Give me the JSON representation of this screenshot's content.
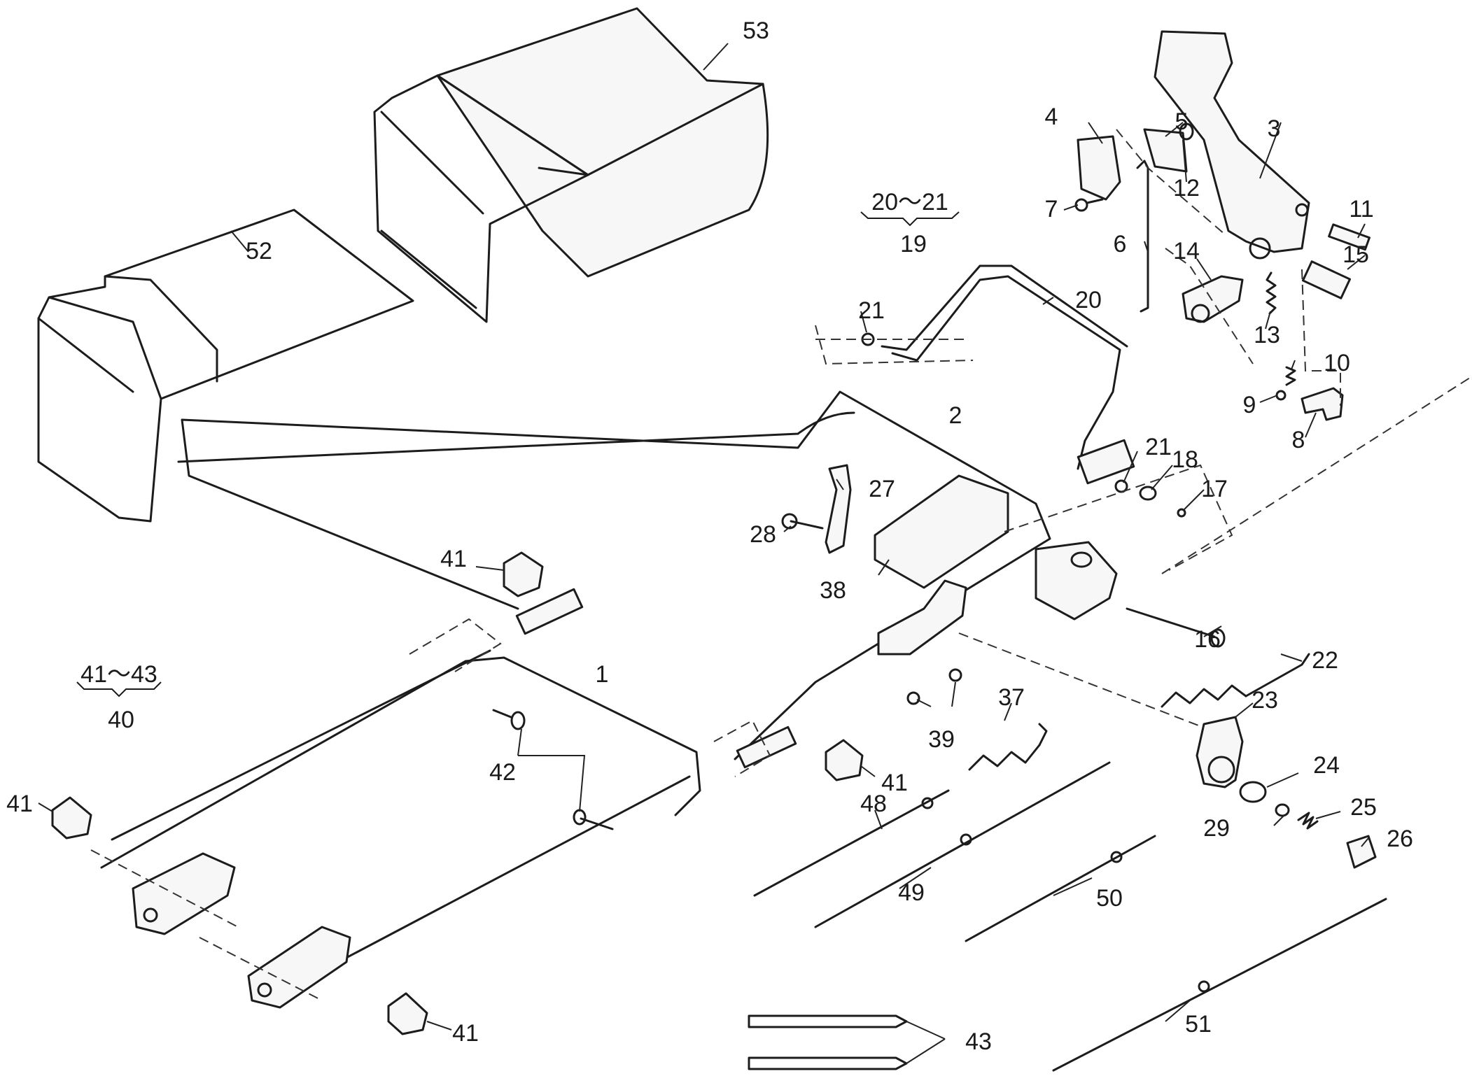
{
  "diagram": {
    "callouts": [
      {
        "id": "1",
        "label": "1"
      },
      {
        "id": "2",
        "label": "2"
      },
      {
        "id": "3",
        "label": "3"
      },
      {
        "id": "4",
        "label": "4"
      },
      {
        "id": "5",
        "label": "5"
      },
      {
        "id": "6",
        "label": "6"
      },
      {
        "id": "7",
        "label": "7"
      },
      {
        "id": "8",
        "label": "8"
      },
      {
        "id": "9",
        "label": "9"
      },
      {
        "id": "10",
        "label": "10"
      },
      {
        "id": "11",
        "label": "11"
      },
      {
        "id": "12",
        "label": "12"
      },
      {
        "id": "13",
        "label": "13"
      },
      {
        "id": "14",
        "label": "14"
      },
      {
        "id": "15",
        "label": "15"
      },
      {
        "id": "16",
        "label": "16"
      },
      {
        "id": "17",
        "label": "17"
      },
      {
        "id": "18",
        "label": "18"
      },
      {
        "id": "20",
        "label": "20"
      },
      {
        "id": "21a",
        "label": "21"
      },
      {
        "id": "21b",
        "label": "21"
      },
      {
        "id": "22",
        "label": "22"
      },
      {
        "id": "23",
        "label": "23"
      },
      {
        "id": "24",
        "label": "24"
      },
      {
        "id": "25",
        "label": "25"
      },
      {
        "id": "26",
        "label": "26"
      },
      {
        "id": "27",
        "label": "27"
      },
      {
        "id": "28",
        "label": "28"
      },
      {
        "id": "29",
        "label": "29"
      },
      {
        "id": "37",
        "label": "37"
      },
      {
        "id": "38",
        "label": "38"
      },
      {
        "id": "39",
        "label": "39"
      },
      {
        "id": "41a",
        "label": "41"
      },
      {
        "id": "41b",
        "label": "41"
      },
      {
        "id": "41c",
        "label": "41"
      },
      {
        "id": "41d",
        "label": "41"
      },
      {
        "id": "42",
        "label": "42"
      },
      {
        "id": "43",
        "label": "43"
      },
      {
        "id": "48",
        "label": "48"
      },
      {
        "id": "49",
        "label": "49"
      },
      {
        "id": "50",
        "label": "50"
      },
      {
        "id": "51",
        "label": "51"
      },
      {
        "id": "52",
        "label": "52"
      },
      {
        "id": "53",
        "label": "53"
      }
    ],
    "groups": [
      {
        "id": "g19",
        "range": "20～21",
        "assembly": "19"
      },
      {
        "id": "g40",
        "range": "41～43",
        "assembly": "40"
      }
    ]
  }
}
